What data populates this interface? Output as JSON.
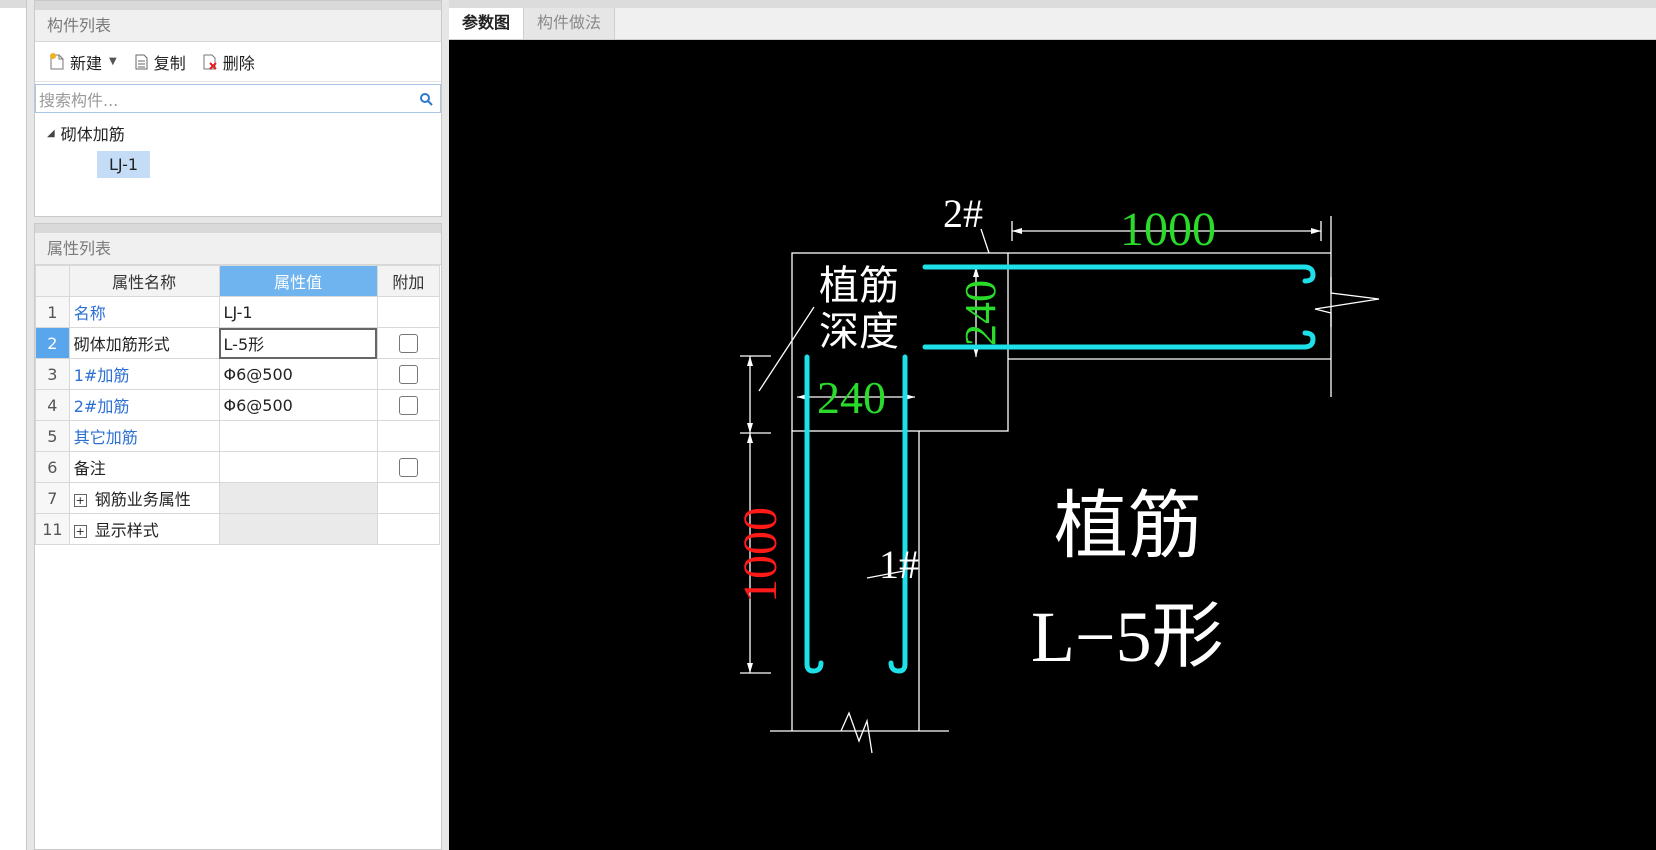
{
  "component_list": {
    "title": "构件列表",
    "toolbar": {
      "new_label": "新建",
      "copy_label": "复制",
      "delete_label": "删除"
    },
    "search_placeholder": "搜索构件...",
    "tree": {
      "group_label": "砌体加筋",
      "child_label": "LJ-1"
    }
  },
  "property_list": {
    "title": "属性列表",
    "headers": {
      "name": "属性名称",
      "value": "属性值",
      "extra": "附加"
    },
    "rows": [
      {
        "idx": "1",
        "name": "名称",
        "value": "LJ-1",
        "link": true,
        "checkbox": false
      },
      {
        "idx": "2",
        "name": "砌体加筋形式",
        "value": "L-5形",
        "link": false,
        "checkbox": true,
        "selected": true
      },
      {
        "idx": "3",
        "name": "1#加筋",
        "value": "Φ6@500",
        "link": true,
        "checkbox": true
      },
      {
        "idx": "4",
        "name": "2#加筋",
        "value": "Φ6@500",
        "link": true,
        "checkbox": true
      },
      {
        "idx": "5",
        "name": "其它加筋",
        "value": "",
        "link": true,
        "checkbox": false
      },
      {
        "idx": "6",
        "name": "备注",
        "value": "",
        "link": false,
        "checkbox": true
      },
      {
        "idx": "7",
        "name": "钢筋业务属性",
        "value": "",
        "link": false,
        "checkbox": false,
        "group": true
      },
      {
        "idx": "11",
        "name": "显示样式",
        "value": "",
        "link": false,
        "checkbox": false,
        "group": true
      }
    ]
  },
  "drawing": {
    "tabs": [
      {
        "label": "参数图",
        "active": true
      },
      {
        "label": "构件做法",
        "active": false
      }
    ],
    "labels": {
      "bar2": "2#",
      "bar1": "1#",
      "dim_top": "1000",
      "dim_left": "1000",
      "dim_240_h": "240",
      "dim_240_v": "240",
      "anchor_line1": "植筋",
      "anchor_line2": "深度",
      "big_title": "植筋",
      "big_sub": "L−5形"
    },
    "colors": {
      "rebar": "#1ee0e8",
      "dim_green": "#2adb2a",
      "dim_red": "#ff1a1a",
      "line": "#ffffff",
      "background": "#000000"
    }
  }
}
